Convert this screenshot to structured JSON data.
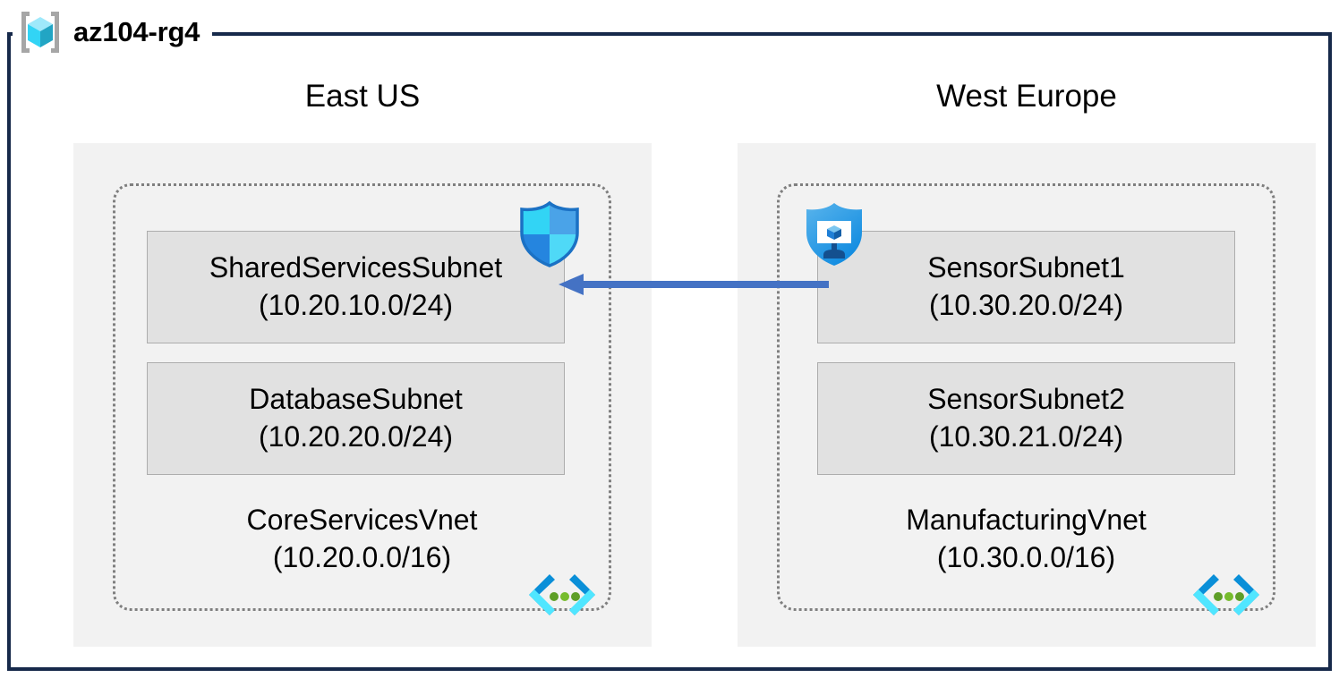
{
  "resource_group": {
    "title": "az104-rg4",
    "icon": "resource-group-cube-icon",
    "border_color": "#16294a"
  },
  "regions": [
    {
      "key": "east",
      "label": "East US"
    },
    {
      "key": "west",
      "label": "West Europe"
    }
  ],
  "vnets": {
    "east": {
      "name": "CoreServicesVnet",
      "cidr": "(10.20.0.0/16)",
      "label": "CoreServicesVnet\n(10.20.0.0/16)",
      "icon": "virtual-network-icon",
      "subnets": [
        {
          "name": "SharedServicesSubnet",
          "cidr": "(10.20.10.0/24)"
        },
        {
          "name": "DatabaseSubnet",
          "cidr": "(10.20.20.0/24)"
        }
      ]
    },
    "west": {
      "name": "ManufacturingVnet",
      "cidr": "(10.30.0.0/16)",
      "label": "ManufacturingVnet\n(10.30.0.0/16)",
      "icon": "virtual-network-icon",
      "subnets": [
        {
          "name": "SensorSubnet1",
          "cidr": "(10.30.20.0/24)"
        },
        {
          "name": "SensorSubnet2",
          "cidr": "(10.30.21.0/24)"
        }
      ]
    }
  },
  "badges": [
    {
      "name": "network-security-group-shield-icon",
      "attached_to": "SharedServicesSubnet"
    },
    {
      "name": "virtual-machine-shield-icon",
      "attached_to": "SensorSubnet1"
    }
  ],
  "connector": {
    "name": "vnet-peering-arrow",
    "direction": "right-to-left",
    "from": "ManufacturingVnet",
    "to": "SharedServicesSubnet",
    "color": "#4472c4"
  },
  "colors": {
    "region_fill": "#f2f2f2",
    "subnet_fill": "#e1e1e1",
    "subnet_border": "#adadad",
    "vnet_border": "#7f7f7f",
    "arrow": "#4472c4",
    "container_border": "#16294a",
    "icon_cyan": "#32d4f5",
    "icon_blue": "#0078d4",
    "icon_green": "#5e9e27"
  }
}
